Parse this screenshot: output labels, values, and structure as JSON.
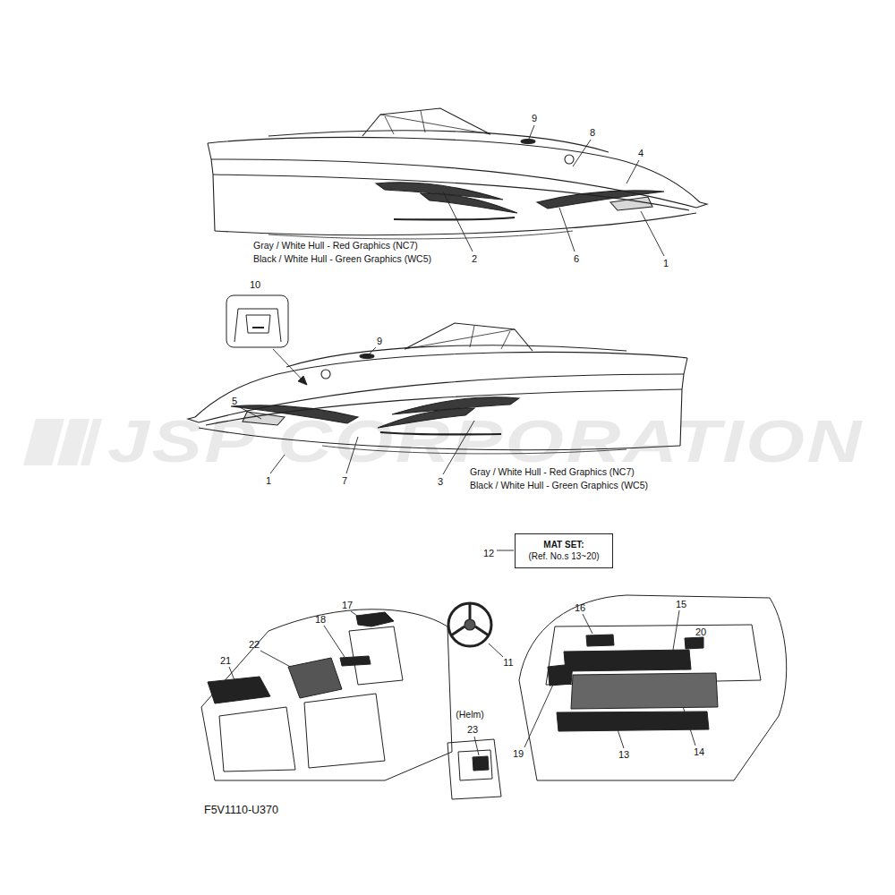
{
  "diagram": {
    "nodes": [
      {
        "text": [
          "MAT SET:",
          "(Ref. No.s 13~20)"
        ]
      }
    ],
    "labels": [
      "9",
      "8",
      "4",
      "Gray / White Hull - Red Graphics (NC7)",
      "Black / White Hull - Green Graphics (WC5)",
      "2",
      "6",
      "1",
      "10",
      "9",
      "5",
      "1",
      "7",
      "3",
      "Gray / White Hull - Red Graphics (NC7)",
      "Black / White Hull - Green Graphics (WC5)",
      "JSP CORPORATION",
      "12",
      "17",
      "18",
      "21",
      "22",
      "11",
      "(Helm)",
      "23",
      "16",
      "15",
      "20",
      "19",
      "14",
      "13",
      "F5V1110-U370"
    ]
  }
}
